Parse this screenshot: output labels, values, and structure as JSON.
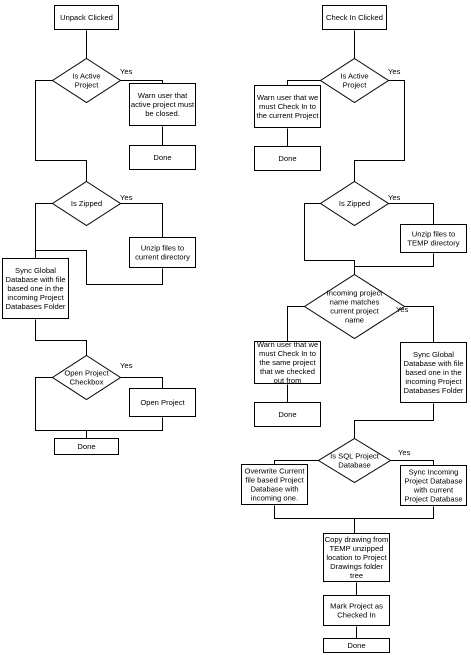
{
  "nodes": {
    "unpack_clicked": "Unpack Clicked",
    "unpack_is_active": "Is Active Project",
    "unpack_warn_close": "Warn user that active project must be closed.",
    "unpack_done_1": "Done",
    "unpack_is_zipped": "Is Zipped",
    "unpack_unzip": "Unzip files to current directory",
    "unpack_sync_global": "Sync Global Database with file based one in the incoming Project Databases Folder",
    "unpack_open_checkbox": "Open Project Checkbox",
    "unpack_open_project": "Open Project",
    "unpack_done_2": "Done",
    "checkin_clicked": "Check In Clicked",
    "checkin_is_active": "Is Active Project",
    "checkin_warn_current": "Warn user that we must Check In to the current Project",
    "checkin_done_1": "Done",
    "checkin_is_zipped": "Is Zipped",
    "checkin_unzip_temp": "Unzip files to TEMP directory",
    "checkin_name_matches": "Incoming project name matches current project name",
    "checkin_warn_same": "Warn user that we must Check In to the same project that we checked out from",
    "checkin_done_2": "Done",
    "checkin_sync_global": "Sync Global Database with file based one in the incoming Project Databases Folder",
    "checkin_is_sql": "Is SQL Project Database",
    "checkin_overwrite": "Overwrite Current file based Project Database with incoming one.",
    "checkin_sync_incoming": "Sync Incoming Project Database with current Project Database",
    "checkin_copy_drawing": "Copy drawing from TEMP unzipped location to Project Drawings folder tree",
    "checkin_mark": "Mark Project as Checked In",
    "checkin_done_3": "Done"
  },
  "labels": {
    "yes": "Yes"
  }
}
